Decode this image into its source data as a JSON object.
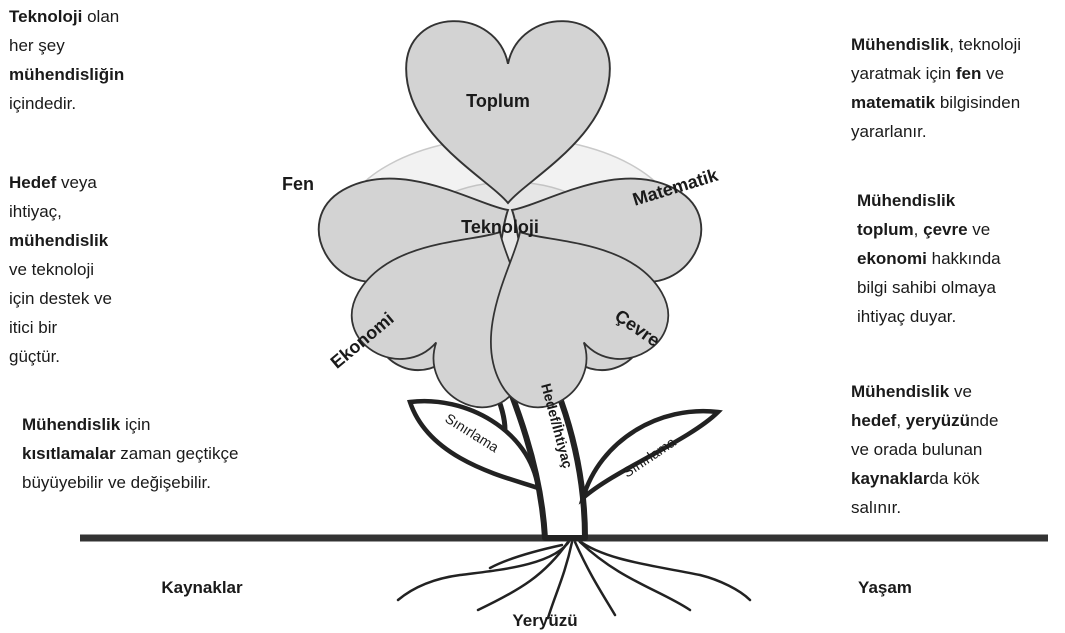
{
  "petals": {
    "top": "Toplum",
    "left": "Fen",
    "right": "Matematik",
    "bottom_left": "Ekonomi",
    "bottom_right": "Çevre",
    "center": "Teknoloji"
  },
  "stem_label": "Hedef/İhtiyaç",
  "leaves": {
    "left": "Sınırlama",
    "right": "Sınırlama"
  },
  "ground_labels": {
    "left": "Kaynaklar",
    "center": "Yeryüzü",
    "right": "Yaşam"
  },
  "notes": {
    "top_left": {
      "l1_b": "Teknoloji",
      "l1_t": " olan",
      "l2": "her şey",
      "l3_b": "mühendisliğin",
      "l4": "içindedir."
    },
    "middle_left": {
      "l1_b": "Hedef",
      "l1_t": " veya",
      "l2": "ihtiyaç,",
      "l3_b": "mühendislik",
      "l4": "ve teknoloji",
      "l5": "için destek ve",
      "l6": "itici bir",
      "l7": "güçtür."
    },
    "bottom_left": {
      "l1_b": "Mühendislik",
      "l1_t": " için",
      "l2_b": "kısıtlamalar",
      "l2_t": " zaman geçtikçe",
      "l3": "büyüyebilir ve değişebilir."
    },
    "top_right": {
      "l1_b": "Mühendislik",
      "l1_t": ", teknoloji",
      "l2_t": "yaratmak için ",
      "l2_b": "fen",
      "l2_t2": " ve",
      "l3_b": "matematik",
      "l3_t": " bilgisinden",
      "l4": "yararlanır."
    },
    "middle_right": {
      "l1_b": "Mühendislik",
      "l2_b": "toplum",
      "l2_t": ", ",
      "l2_b2": "çevre",
      "l2_t2": " ve",
      "l3_b": "ekonomi",
      "l3_t": " hakkında",
      "l4": "bilgi sahibi olmaya",
      "l5": "ihtiyaç duyar."
    },
    "bottom_right": {
      "l1_b": "Mühendislik",
      "l1_t": " ve",
      "l2_b": "hedef",
      "l2_t": ", ",
      "l2_b2": "yeryüzü",
      "l2_t2": "nde",
      "l3": "ve orada bulunan",
      "l4_b": "kaynaklar",
      "l4_t": "da kök",
      "l5": "salınır."
    }
  }
}
